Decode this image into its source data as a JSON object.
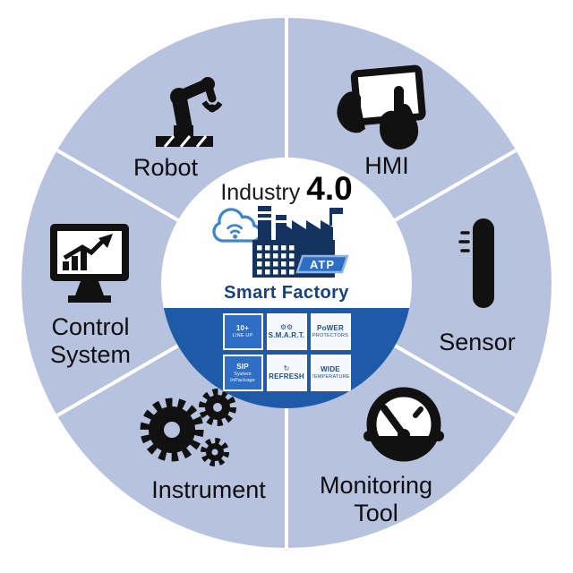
{
  "diagram": {
    "title": "Industry 4.0 Smart Factory wheel",
    "center": {
      "industry_label": "Industry",
      "industry_version": "4.0",
      "smart_factory_label": "Smart Factory",
      "atp_label": "ATP",
      "badges": [
        {
          "icon": "",
          "line1": "10+",
          "line2": "LINE UP",
          "line3": ""
        },
        {
          "icon": "⚙⚙",
          "line1": "S.M.A.R.T.",
          "line2": "",
          "line3": ""
        },
        {
          "icon": "",
          "line1": "PoWER",
          "line2": "PROTECTORS",
          "line3": ""
        },
        {
          "icon": "",
          "line1": "SIP",
          "line2": "System",
          "line3": "InPackage"
        },
        {
          "icon": "↻",
          "line1": "REFRESH",
          "line2": "",
          "line3": ""
        },
        {
          "icon": "",
          "line1": "WIDE",
          "line2": "TEMPERATURE",
          "line3": ""
        }
      ]
    },
    "sectors": [
      {
        "name": "robot",
        "lines": [
          "Robot"
        ]
      },
      {
        "name": "hmi",
        "lines": [
          "HMI"
        ]
      },
      {
        "name": "sensor",
        "lines": [
          "Sensor"
        ]
      },
      {
        "name": "monitoring-tool",
        "lines": [
          "Monitoring",
          "Tool"
        ]
      },
      {
        "name": "instrument",
        "lines": [
          "Instrument"
        ]
      },
      {
        "name": "control-system",
        "lines": [
          "Control",
          "System"
        ]
      }
    ],
    "colors": {
      "ring": "#b7c3de",
      "panel_blue": "#1e5aa8",
      "factory_navy": "#15335f",
      "accent_blue": "#2e6ec5",
      "cloud_blue": "#3f87c9",
      "icon_black": "#111111"
    }
  }
}
